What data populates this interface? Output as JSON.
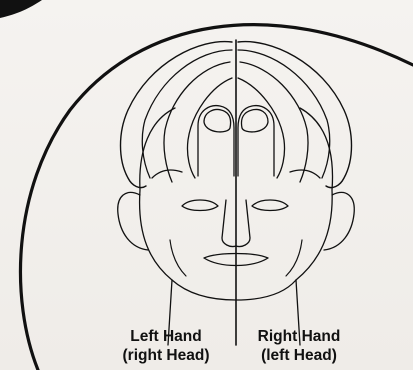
{
  "labels": {
    "left_hand": "Left Hand",
    "left_sub": "(right Head)",
    "right_hand": "Right Hand",
    "right_sub": "(left Head)"
  },
  "colors": {
    "ink": "#111111",
    "paper": "#f3f1ee"
  }
}
